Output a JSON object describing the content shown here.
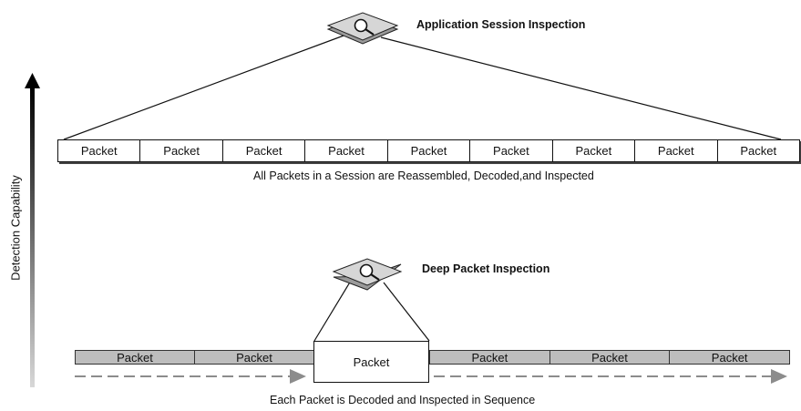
{
  "top": {
    "title": "Application Session Inspection",
    "packets": [
      "Packet",
      "Packet",
      "Packet",
      "Packet",
      "Packet",
      "Packet",
      "Packet",
      "Packet",
      "Packet"
    ],
    "caption": "All Packets in a Session are Reassembled, Decoded,and Inspected"
  },
  "bottom": {
    "title": "Deep Packet Inspection",
    "packets_left": [
      "Packet",
      "Packet"
    ],
    "packet_center": "Packet",
    "packets_right": [
      "Packet",
      "Packet",
      "Packet"
    ],
    "caption": "Each Packet is Decoded and Inspected in Sequence"
  },
  "axis": {
    "label": "Detection Capability"
  },
  "icons": {
    "inspector": "magnifier-icon"
  }
}
